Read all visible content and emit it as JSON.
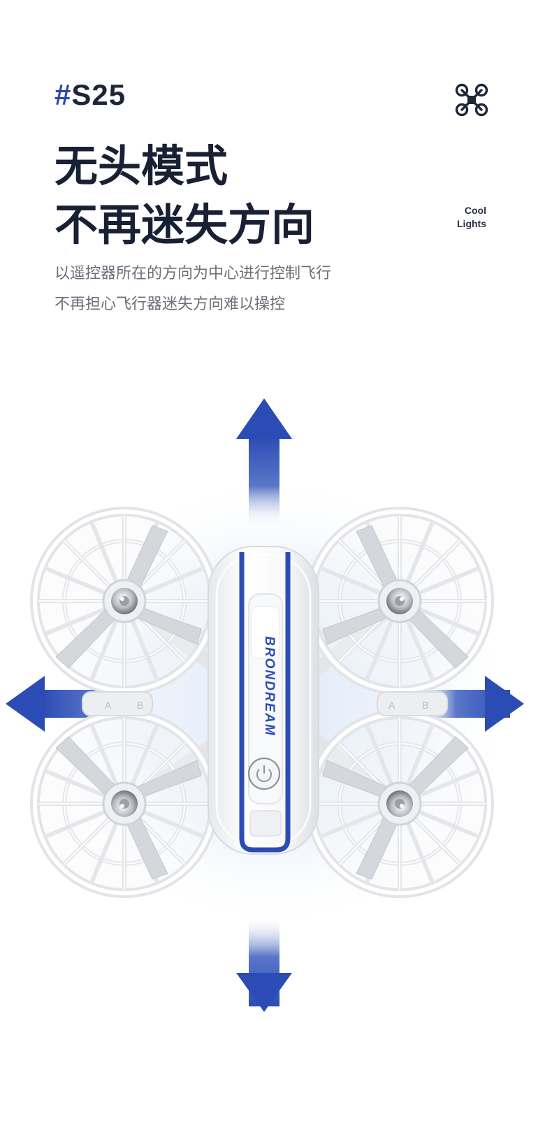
{
  "header": {
    "hash": "#",
    "model": "S25",
    "headline": [
      "无头模式",
      "不再迷失方向"
    ],
    "description": [
      "以遥控器所在的方向为中心进行控制飞行",
      "不再担心飞行器迷失方向难以操控"
    ],
    "badge": [
      "Cool",
      "Lights"
    ],
    "icon": "quadcopter-icon"
  },
  "product": {
    "brand_text": "BRONDREAM",
    "accent_color": "#2c4cb5",
    "arrows": [
      "up",
      "down",
      "left",
      "right"
    ],
    "arm_labels": [
      "A",
      "B",
      "A",
      "B"
    ]
  }
}
